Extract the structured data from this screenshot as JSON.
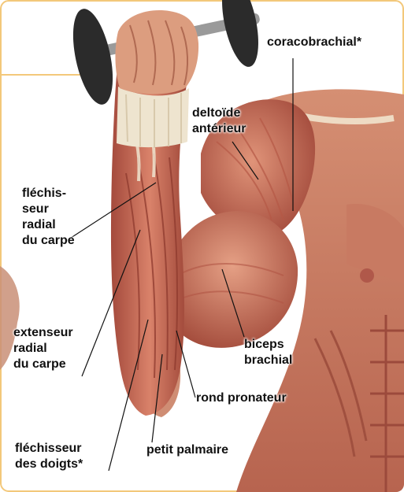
{
  "labels": {
    "coracobrachial": "coracobrachial*",
    "deltoide": "deltoïde\nantérieur",
    "flechisseur_radial": "fléchis-\nseur\nradial\ndu carpe",
    "extenseur_radial": "extenseur\nradial\ndu carpe",
    "biceps": "biceps\nbrachial",
    "rond_pronateur": "rond pronateur",
    "flechisseur_doigts": "fléchisseur\ndes doigts*",
    "petit_palmaire": "petit palmaire"
  },
  "colors": {
    "muscle": "#c46a55",
    "muscle_dark": "#8e3a2e",
    "skin": "#e0a586",
    "tendon": "#eee4cf",
    "dumbbell": "#2b2b2b",
    "panel_border": "#f3c87a",
    "leader_line": "#111111"
  }
}
